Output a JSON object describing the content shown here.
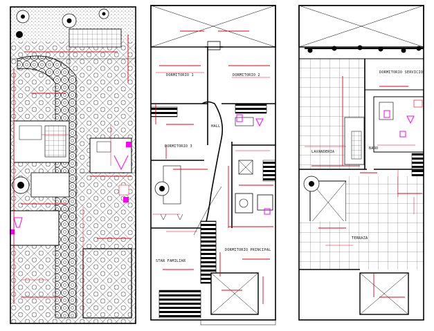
{
  "plans": [
    {
      "rooms": [
        {
          "label": "DORMITORIO 1"
        },
        {
          "label": "DORMITORIO 2"
        },
        {
          "label": "HALL"
        },
        {
          "label": "DORMITORIO 3"
        },
        {
          "label": "DORMITORIO PRINCIPAL"
        },
        {
          "label": "STAR FAMILIAR"
        }
      ]
    },
    {
      "rooms": [
        {
          "label": "DORMITORIO SERVICIO"
        },
        {
          "label": "LAVANDERIA"
        },
        {
          "label": "BAÑO"
        },
        {
          "label": "TERRAZA"
        }
      ]
    }
  ],
  "colors": {
    "wall": "#000000",
    "dimension": "#e2001a",
    "fixture": "#ff00ff",
    "background": "#ffffff"
  }
}
